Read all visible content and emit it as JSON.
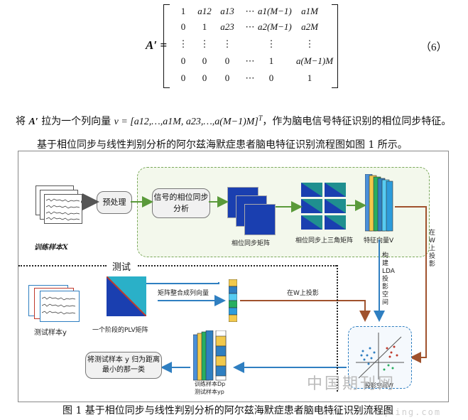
{
  "equation": {
    "lhs": "A′ =",
    "number": "（6）",
    "rows": [
      [
        "1",
        "a12",
        "a13",
        "⋯",
        "a1(M−1)",
        "a1M"
      ],
      [
        "0",
        "1",
        "a23",
        "⋯",
        "a2(M−1)",
        "a2M"
      ],
      [
        "⋮",
        "⋮",
        "⋮",
        "",
        "⋮",
        "⋮"
      ],
      [
        "0",
        "0",
        "0",
        "⋯",
        "1",
        "a(M−1)M"
      ],
      [
        "0",
        "0",
        "0",
        "⋯",
        "0",
        "1"
      ]
    ]
  },
  "text": {
    "para1_a": "将",
    "para1_b": "A′",
    "para1_c": "拉为一个列向量",
    "para1_v": "v = [a12,…,a1M, a23,…,a(M−1)M]",
    "para1_t": "T",
    "para1_d": "，作为脑电信号特征识别的相位同步特征。",
    "para2": "基于相位同步与线性判别分析的阿尔兹海默症患者脑电特征识别流程图如图 1 所示。"
  },
  "diagram": {
    "train_label": "训练样本X",
    "preprocess": "预处理",
    "phase_sync": "信号的相位同步分析",
    "sync_matrix": "相位同步矩阵",
    "upper_tri": "相位同步上三角矩阵",
    "feature_vec": "特征向量V",
    "project_w_right": "在W上投影",
    "build_lda": "构建LDA投影空间",
    "test_section": "测试",
    "test_sample": "测试样本y",
    "plv_matrix": "一个阶段的PLV矩阵",
    "matrix_to_vec": "矩阵整合成列向量",
    "project_w_mid": "在W上投影",
    "proj_space": "投影空间W",
    "classify": "将测试样本 y 归为距离最小的那一类",
    "bottom_stack_1": "训练样本Dp",
    "bottom_stack_2": "测试样本yp",
    "colors": {
      "green": "#7aa85a",
      "blue": "#2f7fc1",
      "brown": "#a0522d",
      "dark": "#444444"
    }
  },
  "caption": "图 1 基于相位同步与线性判别分析的阿尔兹海默症患者脑电特征识别流程图",
  "watermark": "中国期刊网",
  "watermark_url": "www.chinaqking.com"
}
